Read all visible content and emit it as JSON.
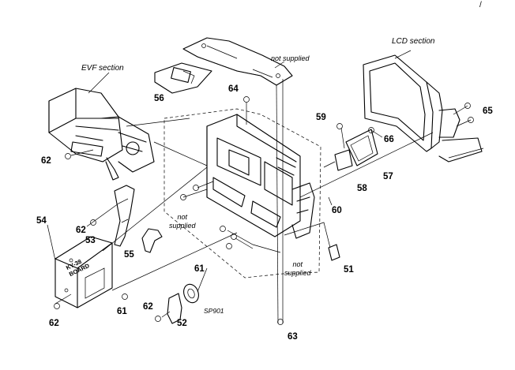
{
  "corner_mark": "/",
  "sections": {
    "evf": "EVF section",
    "lcd": "LCD section"
  },
  "notes": {
    "top_not_supplied": "not supplied",
    "mid_not_supplied": "not\nsupplied",
    "bottom_not_supplied": "not\nsupplied"
  },
  "speaker_label": "SP901",
  "board_label": "KY-38\nBOARD",
  "part_numbers": {
    "p51": "51",
    "p52": "52",
    "p53": "53",
    "p54": "54",
    "p55": "55",
    "p56": "56",
    "p57": "57",
    "p58": "58",
    "p59": "59",
    "p60": "60",
    "p61a": "61",
    "p61b": "61",
    "p62a": "62",
    "p62b": "62",
    "p62c": "62",
    "p62d": "62",
    "p63": "63",
    "p64": "64",
    "p65": "65",
    "p66": "66"
  }
}
